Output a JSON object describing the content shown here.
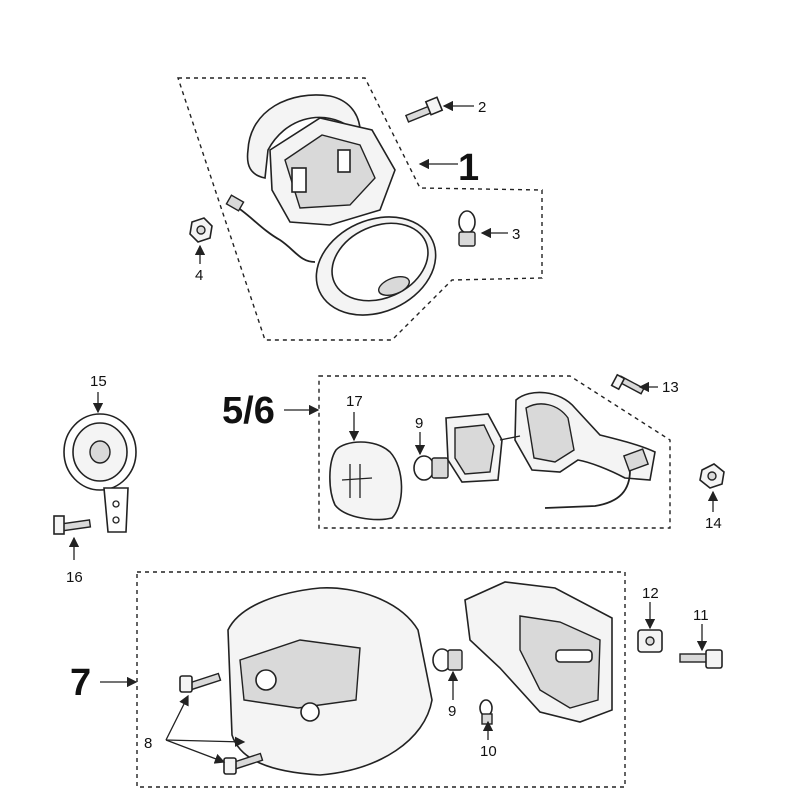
{
  "diagram": {
    "groups": [
      {
        "id": "1",
        "label": "1"
      },
      {
        "id": "5/6",
        "label": "5/6"
      },
      {
        "id": "7",
        "label": "7"
      }
    ],
    "callouts": {
      "c2": "2",
      "c3": "3",
      "c4": "4",
      "c8": "8",
      "c9a": "9",
      "c9b": "9",
      "c10": "10",
      "c11": "11",
      "c12": "12",
      "c13": "13",
      "c14": "14",
      "c15": "15",
      "c16": "16",
      "c17": "17"
    }
  }
}
